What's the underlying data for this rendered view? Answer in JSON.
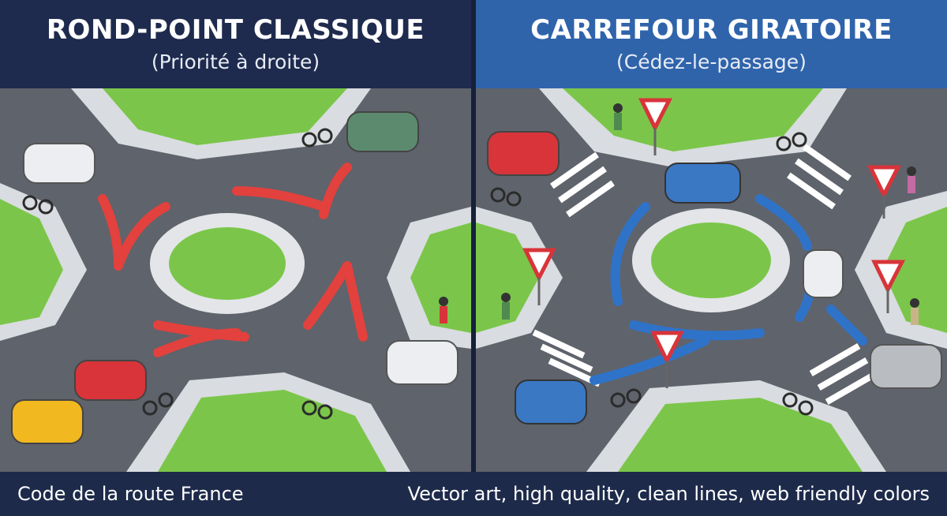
{
  "left_panel": {
    "title": "ROND-POINT CLASSIQUE",
    "subtitle": "(Priorité à droite)"
  },
  "right_panel": {
    "title": "CARREFOUR GIRATOIRE",
    "subtitle": "(Cédez-le-passage)"
  },
  "footer": {
    "left_note": "Code de la route France",
    "right_note": "Vector art, high quality, clean lines, web friendly colors"
  },
  "colors": {
    "left_header": "#1e2b4e",
    "right_header": "#2f64ab",
    "road": "#5f636b",
    "sidewalk": "#dcdfe3",
    "grass": "#7bc64a",
    "left_arrow": "#e2413d",
    "right_arrow": "#2f73c9"
  },
  "icons": [
    "car-icon",
    "bicycle-icon",
    "pedestrian-icon",
    "yield-sign-icon",
    "arrow-icon",
    "crosswalk-icon"
  ]
}
